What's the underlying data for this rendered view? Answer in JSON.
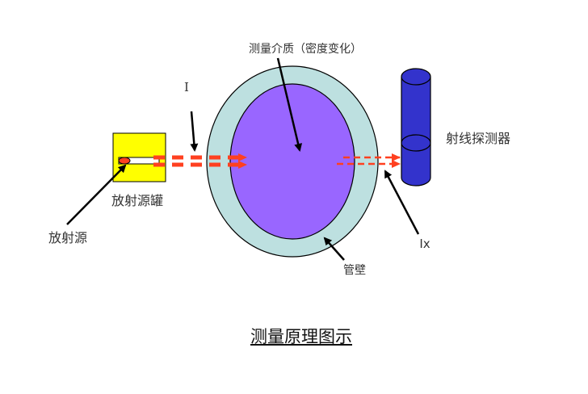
{
  "labels": {
    "medium": "测量介质（密度变化）",
    "incident": "I",
    "detector": "射线探测器",
    "source_tank": "放射源罐",
    "source": "放射源",
    "transmitted": "Ix",
    "pipe_wall": "管壁"
  },
  "caption": "测量原理图示",
  "colors": {
    "tank": "#ffff00",
    "beam": "#ff4020",
    "pipe_wall": "#bde0e0",
    "medium": "#9966ff",
    "detector": "#3333cc"
  }
}
